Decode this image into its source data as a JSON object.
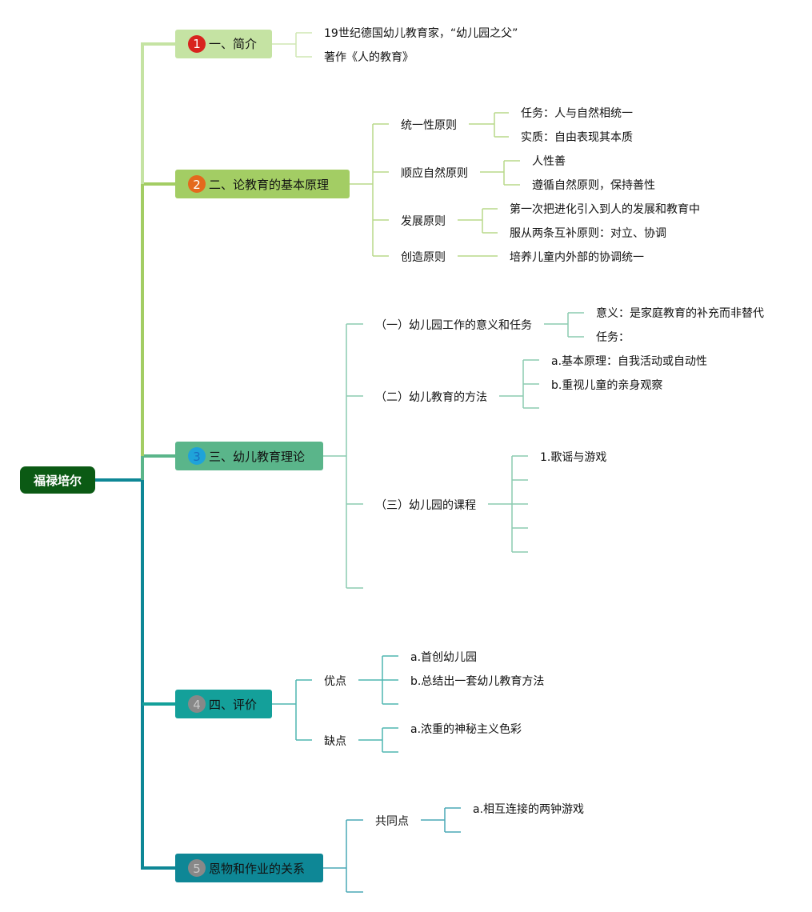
{
  "colors": {
    "root_bg": "#0b5a14",
    "trunk": "#0e8796",
    "b1": "#c5e3a3",
    "b2": "#a3cd64",
    "b3": "#5ab58a",
    "b4": "#14a09a",
    "b5": "#0e8796",
    "b1_line": "#cfe7b4",
    "b2_line": "#b8d98a",
    "b3_line": "#8ccbb1",
    "b4_line": "#4fb6b1",
    "b5_line": "#4aa9b5",
    "num1": "#d8231e",
    "num2": "#e4691d",
    "num3": "#1fa3d9",
    "num4": "#888888",
    "num5": "#888888"
  },
  "root": {
    "label": "福禄培尔"
  },
  "branches": [
    {
      "num": "1",
      "label": "一、简介",
      "children": [
        {
          "label": "19世纪德国幼儿教育家，“幼儿园之父”"
        },
        {
          "label": "著作《人的教育》"
        }
      ]
    },
    {
      "num": "2",
      "label": "二、论教育的基本原理",
      "children": [
        {
          "label": "统一性原则",
          "children": [
            "任务：人与自然相统一",
            "实质：自由表现其本质"
          ]
        },
        {
          "label": "顺应自然原则",
          "children": [
            "人性善",
            "遵循自然原则，保持善性"
          ]
        },
        {
          "label": "发展原则",
          "children": [
            "第一次把进化引入到人的发展和教育中",
            "服从两条互补原则：对立、协调"
          ]
        },
        {
          "label": "创造原则",
          "children": [
            "培养儿童内外部的协调统一"
          ]
        }
      ]
    },
    {
      "num": "3",
      "label": "三、幼儿教育理论",
      "children": [
        {
          "label": "（一）幼儿园工作的意义和任务",
          "children": [
            "意义：是家庭教育的补充而非替代",
            "任务："
          ]
        },
        {
          "label": "（二）幼儿教育的方法",
          "children": [
            "a.基本原理：自我活动或自动性",
            "b.重视儿童的亲身观察",
            ""
          ]
        },
        {
          "label": "（三）幼儿园的课程",
          "children": [
            "1.歌谣与游戏",
            "",
            "",
            "",
            ""
          ]
        },
        {
          "label": ""
        }
      ]
    },
    {
      "num": "4",
      "label": "四、评价",
      "children": [
        {
          "label": "优点",
          "children": [
            "a.首创幼儿园",
            "b.总结出一套幼儿教育方法",
            ""
          ]
        },
        {
          "label": "缺点",
          "children": [
            "a.浓重的神秘主义色彩",
            ""
          ]
        }
      ]
    },
    {
      "num": "5",
      "label": "恩物和作业的关系",
      "children": [
        {
          "label": "共同点",
          "children": [
            "a.相互连接的两钟游戏",
            ""
          ]
        },
        {
          "label": ""
        }
      ]
    }
  ]
}
